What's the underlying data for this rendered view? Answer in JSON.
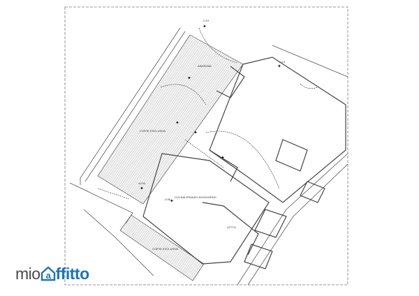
{
  "plan": {
    "rooms": {
      "androne": "ANDRONE",
      "corte_top": "CORTE ESCLUSIVA",
      "living": "CUCINA-PRANZO-SOGGIORNO",
      "bedroom": "LETTO",
      "corte_bottom": "CORTE ESCLUSIVA"
    },
    "levels": {
      "a": "-0.10",
      "b": "-0.10",
      "c": "-0.08",
      "d": "±0.00"
    }
  },
  "logo": {
    "text": "mioaffitto",
    "prefix": "mio",
    "suffix": "ffitto",
    "color": "#1e73be"
  }
}
